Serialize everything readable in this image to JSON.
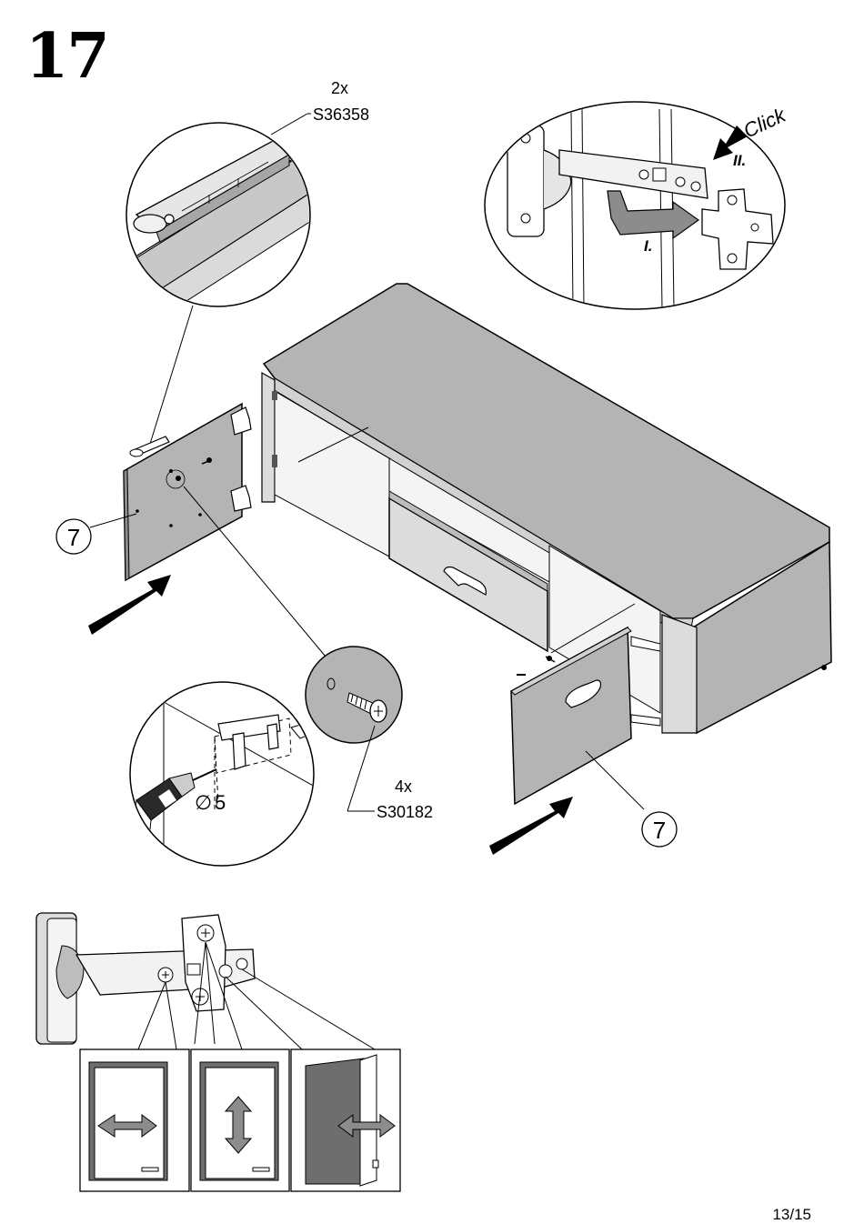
{
  "step": {
    "number": "17"
  },
  "callouts": {
    "top_part": {
      "qty": "2x",
      "code": "S36358"
    },
    "screw_part": {
      "qty": "4x",
      "code": "S30182"
    },
    "drill_diameter": "5",
    "click_text": "Click",
    "step_one": "I.",
    "step_two": "II."
  },
  "part_labels": {
    "left_door": "7",
    "right_door": "7"
  },
  "page": {
    "number": "13/15"
  },
  "icons": [
    "hinge-bracket-icon",
    "screw-icon",
    "drill-icon",
    "arrow-icon",
    "diameter-icon"
  ],
  "colors": {
    "panel_gray": "#b4b4b4",
    "dark_gray": "#6e6e6e",
    "line": "#000000"
  }
}
